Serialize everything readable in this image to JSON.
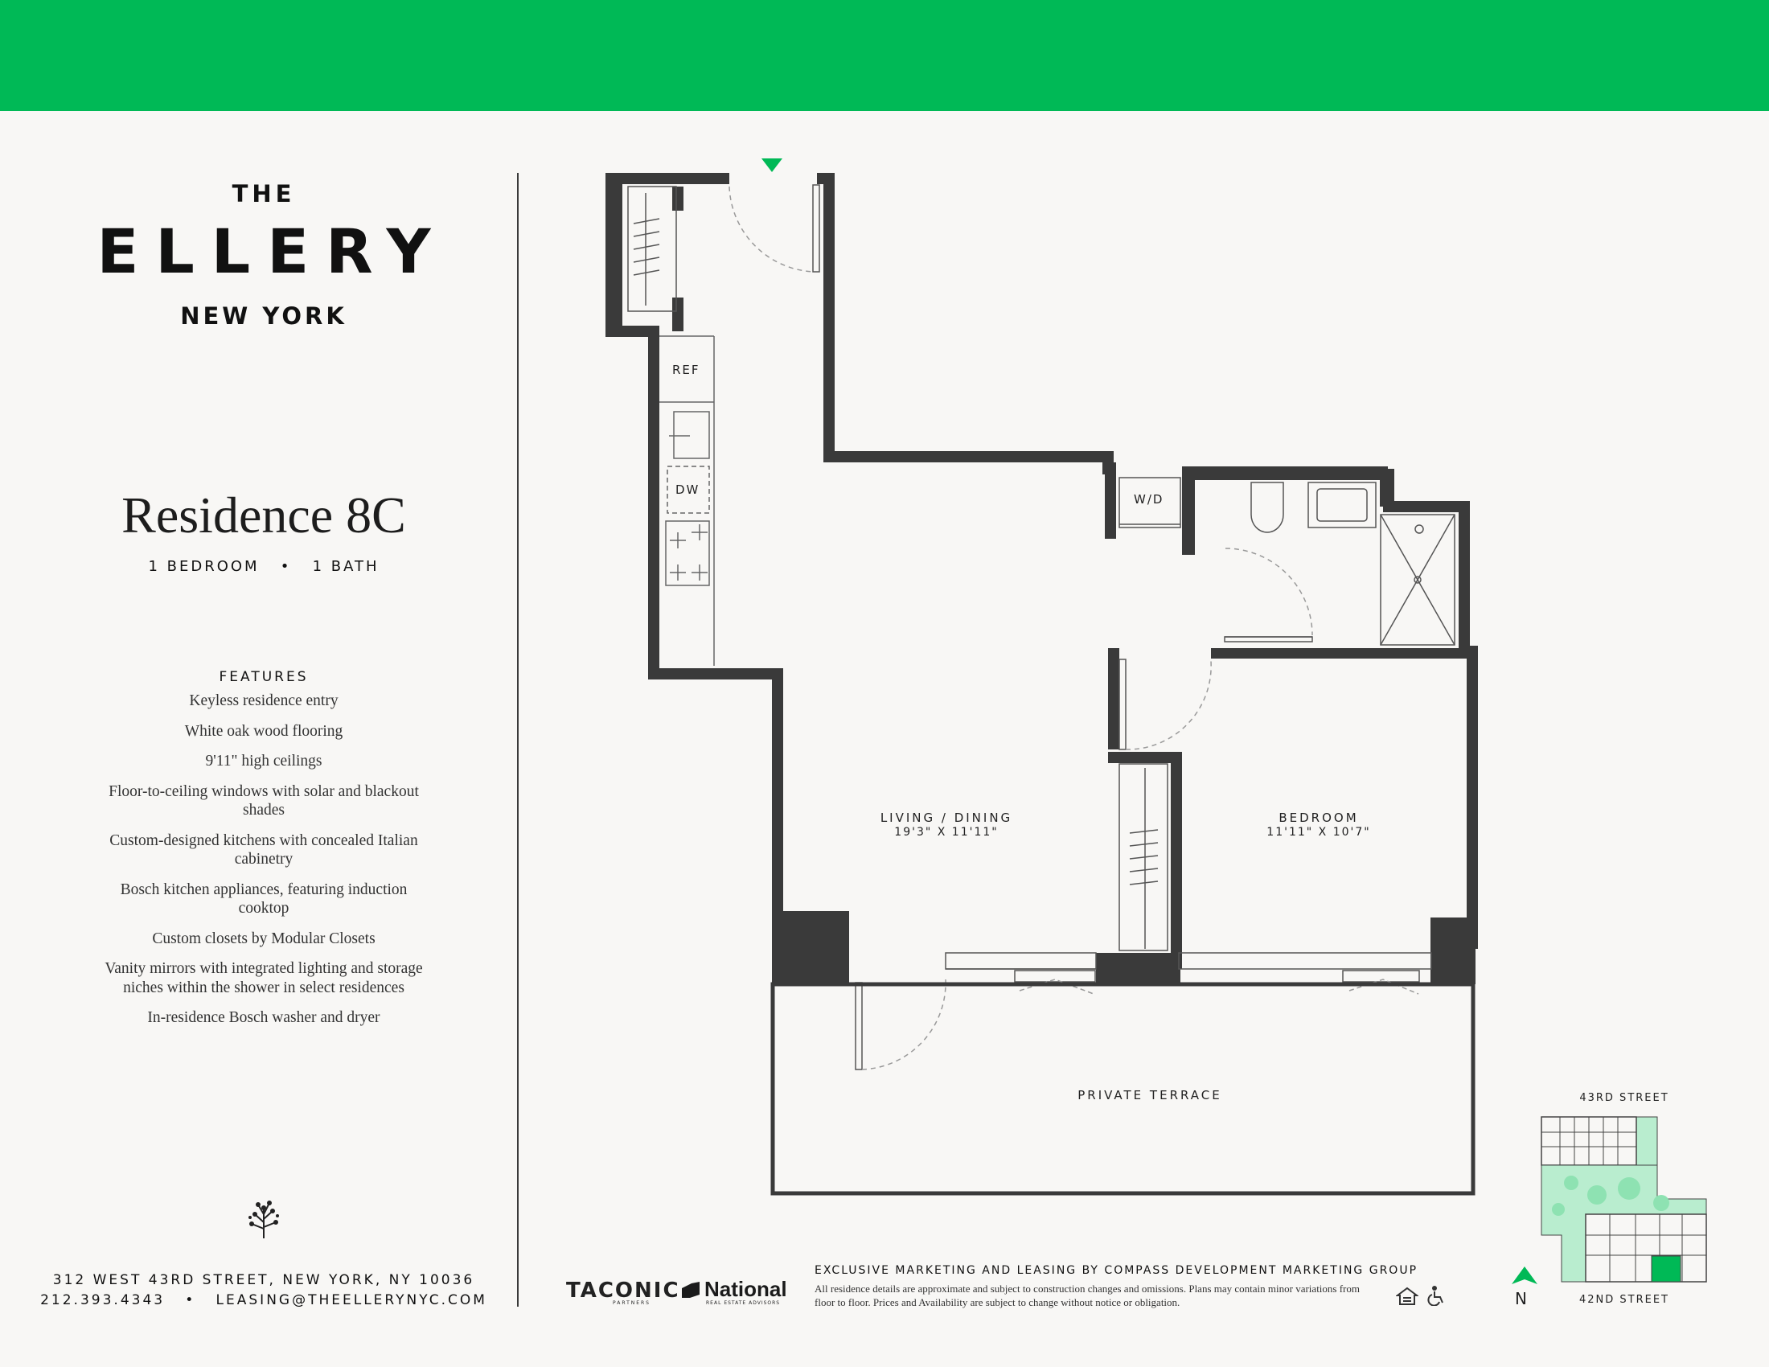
{
  "brand": {
    "the": "THE",
    "name": "ELLERY",
    "city": "NEW YORK",
    "accent_color": "#00b956"
  },
  "residence": {
    "title": "Residence 8C",
    "beds": "1 BEDROOM",
    "separator": "•",
    "baths": "1 BATH"
  },
  "features": {
    "title": "FEATURES",
    "items": [
      "Keyless residence entry",
      "White oak wood flooring",
      "9'11\" high ceilings",
      "Floor-to-ceiling windows with solar and blackout shades",
      "Custom-designed kitchens with concealed Italian cabinetry",
      "Bosch kitchen appliances, featuring induction cooktop",
      "Custom closets by Modular Closets",
      "Vanity mirrors with integrated lighting and storage niches within the shower in select residences",
      "In-residence Bosch washer and dryer"
    ]
  },
  "footer": {
    "address": "312 WEST 43RD STREET, NEW YORK, NY 10036",
    "phone": "212.393.4343",
    "separator": "•",
    "email": "LEASING@THEELLERYNYC.COM"
  },
  "floorplan": {
    "rooms": {
      "living": {
        "label": "LIVING / DINING",
        "dims": "19'3\"  X  11'11\""
      },
      "bedroom": {
        "label": "BEDROOM",
        "dims": "11'11\"  X  10'7\""
      },
      "terrace": {
        "label": "PRIVATE TERRACE"
      }
    },
    "appliances": {
      "ref": "REF",
      "dw": "DW",
      "wd": "W/D"
    }
  },
  "keyplan": {
    "north_street": "43RD STREET",
    "south_street": "42ND STREET",
    "north_label": "N"
  },
  "partners": {
    "taconic": "TACONIC",
    "taconic_sub": "PARTNERS",
    "national": "National",
    "national_sub": "REAL ESTATE ADVISORS"
  },
  "legal": {
    "exclusive": "EXCLUSIVE MARKETING AND LEASING BY COMPASS DEVELOPMENT MARKETING GROUP",
    "disclaimer": "All residence details are approximate and subject to construction changes and omissions. Plans may contain minor variations from floor to floor. Prices and Availability are subject to change without notice or obligation."
  }
}
